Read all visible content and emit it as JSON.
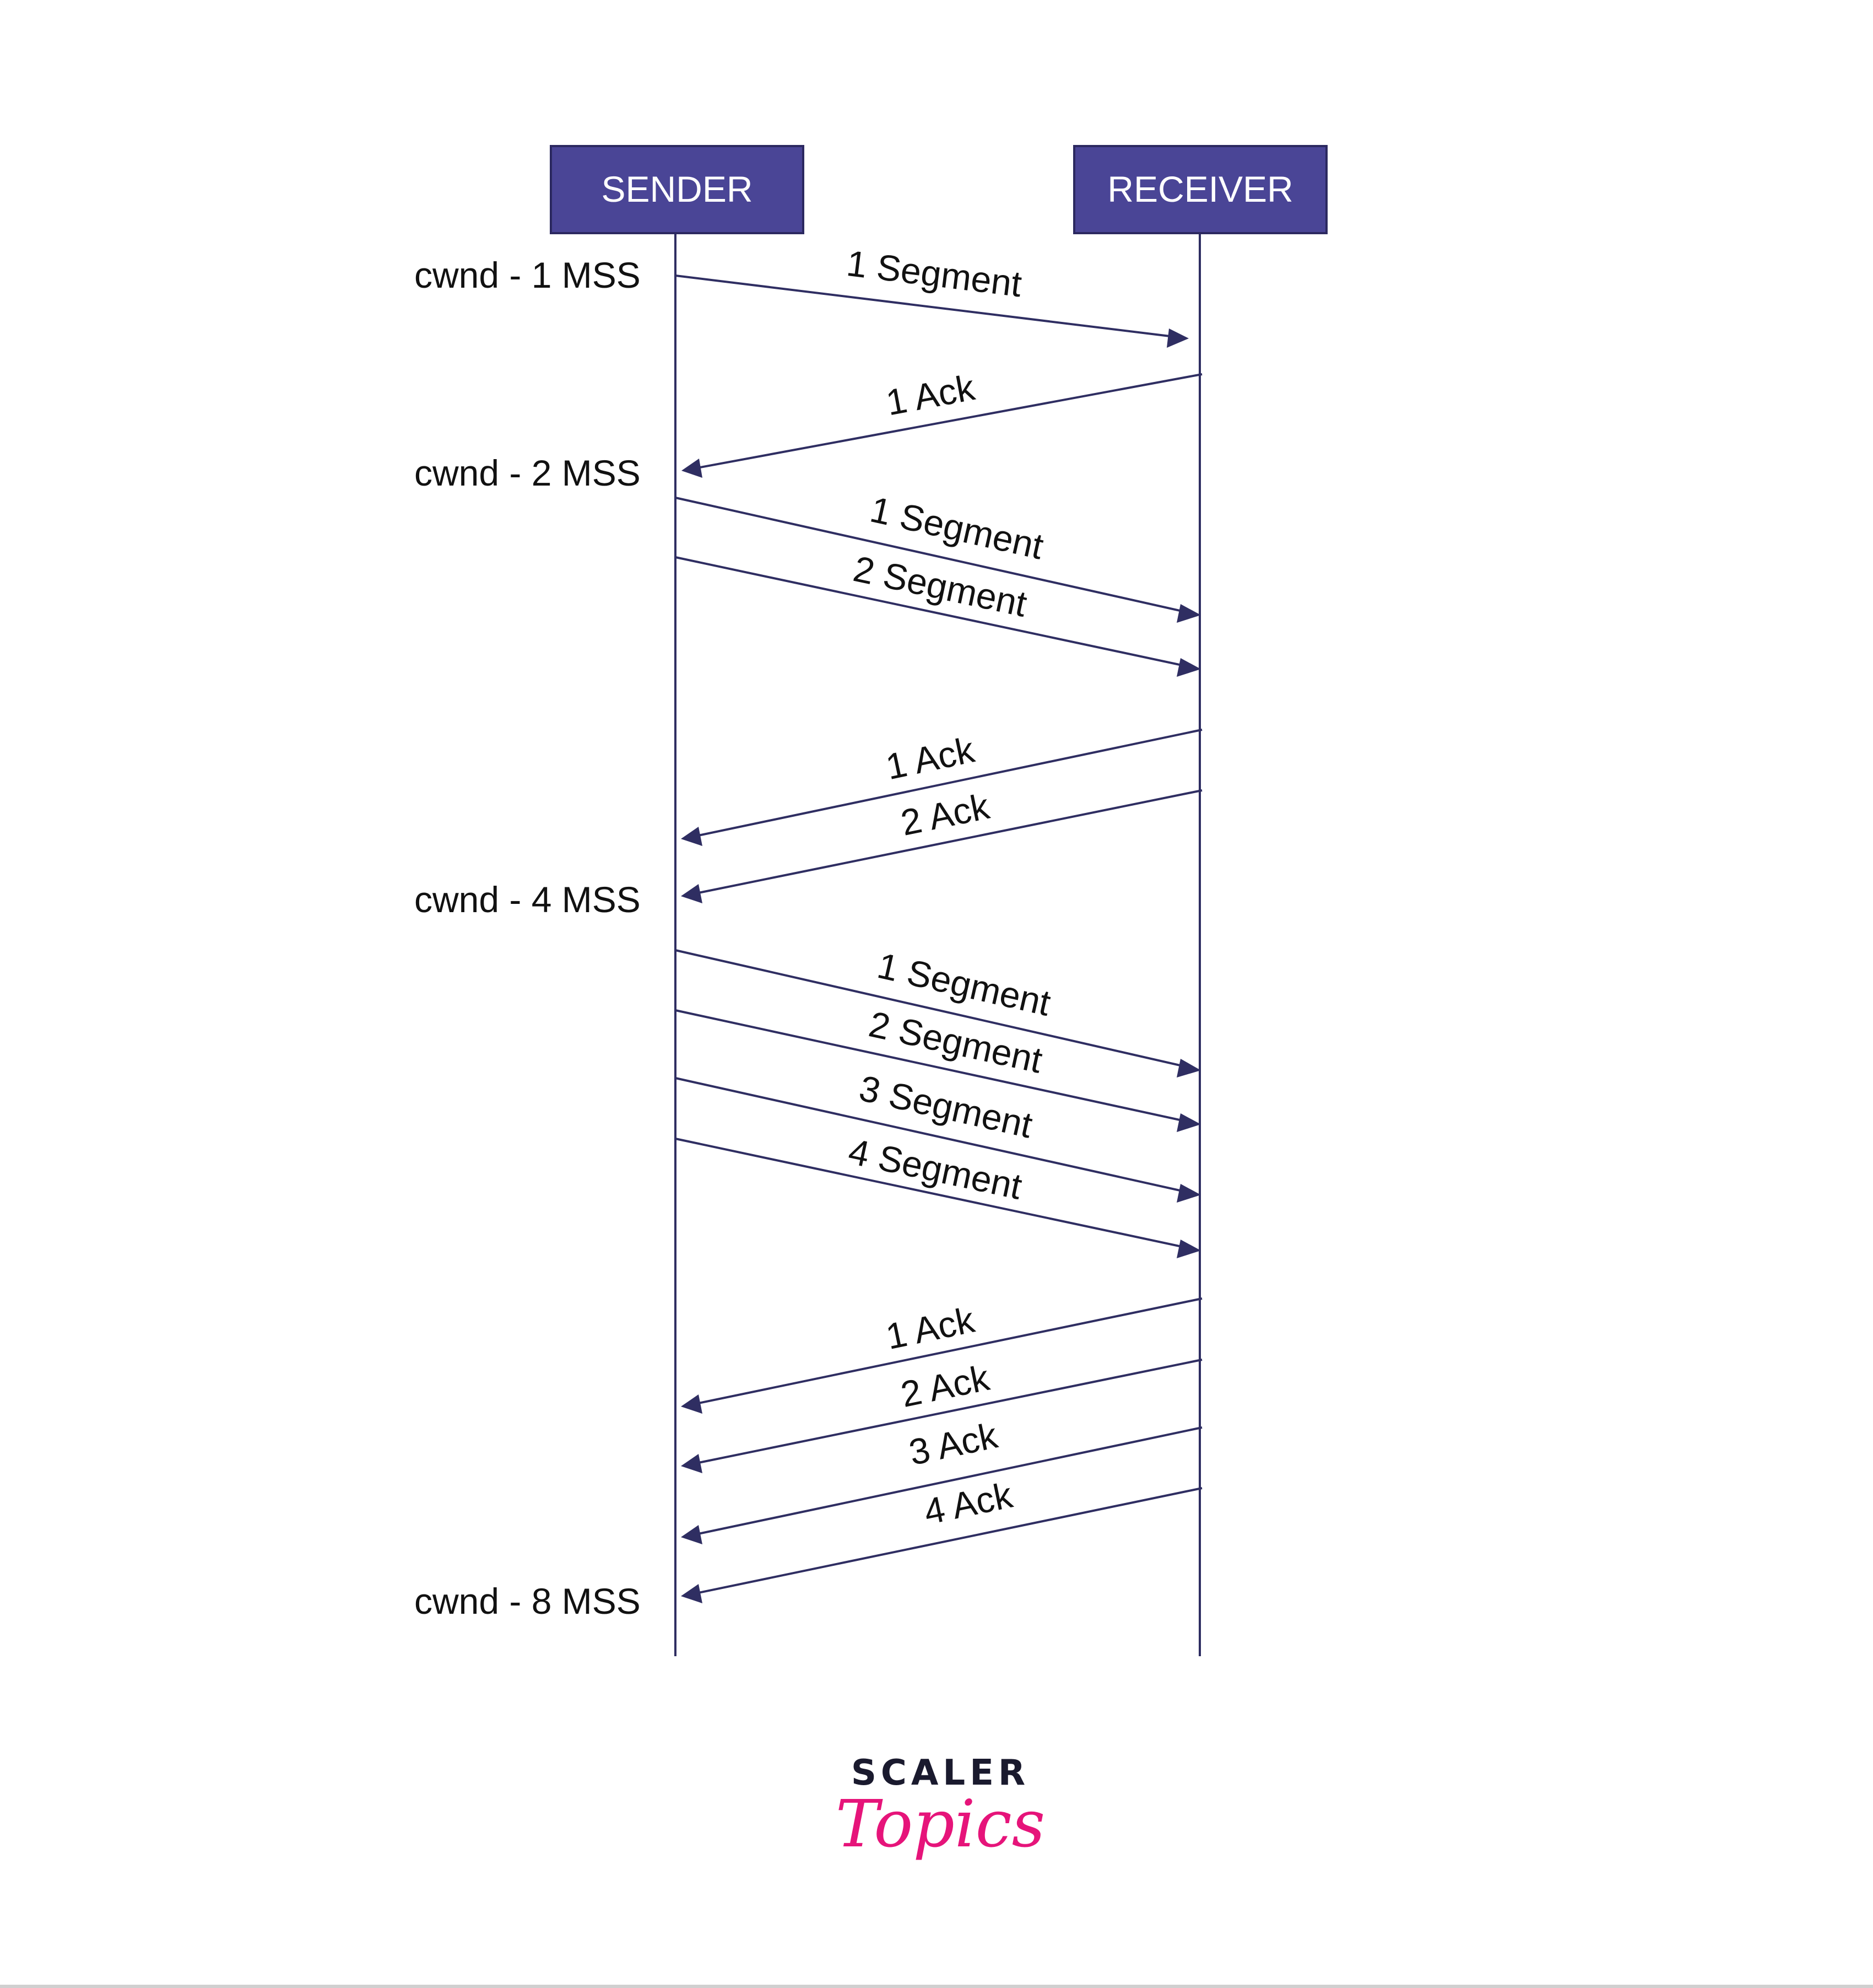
{
  "colors": {
    "accent": "#4a4596",
    "line": "#2f2e62",
    "box_border": "#2c2960",
    "text": "#111111",
    "box_text": "#ffffff",
    "brand_dark": "#1a1a2e",
    "brand_pink": "#e6147a"
  },
  "participants": {
    "sender": {
      "label": "SENDER"
    },
    "receiver": {
      "label": "RECEIVER"
    }
  },
  "cwnd_labels": [
    "cwnd - 1 MSS",
    "cwnd - 2 MSS",
    "cwnd - 4 MSS",
    "cwnd - 8 MSS"
  ],
  "messages": [
    {
      "label": "1 Segment",
      "direction": "sender-to-receiver"
    },
    {
      "label": "1 Ack",
      "direction": "receiver-to-sender"
    },
    {
      "label": "1 Segment",
      "direction": "sender-to-receiver"
    },
    {
      "label": "2 Segment",
      "direction": "sender-to-receiver"
    },
    {
      "label": "1 Ack",
      "direction": "receiver-to-sender"
    },
    {
      "label": "2 Ack",
      "direction": "receiver-to-sender"
    },
    {
      "label": "1 Segment",
      "direction": "sender-to-receiver"
    },
    {
      "label": "2 Segment",
      "direction": "sender-to-receiver"
    },
    {
      "label": "3 Segment",
      "direction": "sender-to-receiver"
    },
    {
      "label": "4 Segment",
      "direction": "sender-to-receiver"
    },
    {
      "label": "1 Ack",
      "direction": "receiver-to-sender"
    },
    {
      "label": "2 Ack",
      "direction": "receiver-to-sender"
    },
    {
      "label": "3 Ack",
      "direction": "receiver-to-sender"
    },
    {
      "label": "4 Ack",
      "direction": "receiver-to-sender"
    }
  ],
  "brand": {
    "line1": "SCALER",
    "line2": "Topics"
  }
}
